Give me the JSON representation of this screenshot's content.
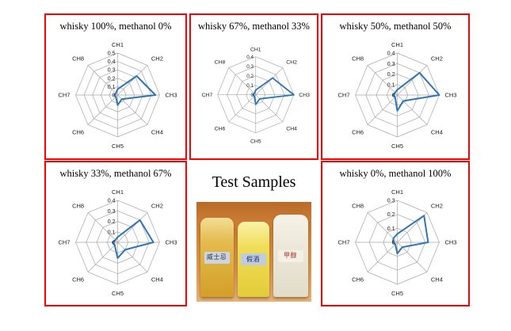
{
  "figure": {
    "background": "#ffffff",
    "panel_border_color": "#ff0000"
  },
  "test_samples": {
    "title": "Test Samples",
    "bottles": [
      {
        "label": "威士忌"
      },
      {
        "label": "假酒"
      },
      {
        "label": "甲醇"
      }
    ]
  },
  "chart_data": [
    {
      "type": "radar",
      "title": "whisky 100%, methanol 0%",
      "categories": [
        "CH1",
        "CH2",
        "CH3",
        "CH4",
        "CH5",
        "CH6",
        "CH7",
        "CH8"
      ],
      "values": [
        0.07,
        0.32,
        0.45,
        0.07,
        0.12,
        0.03,
        0.04,
        0.03
      ],
      "ticks": [
        "0",
        "0.1",
        "0.2",
        "0.3",
        "0.4",
        "0.5"
      ],
      "max": 0.5,
      "line_color": "#2e75b6",
      "grid_color": "#a6a6a6",
      "legend": "none",
      "grid": true
    },
    {
      "type": "radar",
      "title": "whisky 67%, methanol 33%",
      "categories": [
        "CH1",
        "CH2",
        "CH3",
        "CH4",
        "CH5",
        "CH6",
        "CH7",
        "CH8"
      ],
      "values": [
        0.05,
        0.25,
        0.4,
        0.06,
        0.1,
        0.02,
        0.03,
        0.02
      ],
      "ticks": [
        "0",
        "0.1",
        "0.2",
        "0.3",
        "0.4"
      ],
      "max": 0.4,
      "line_color": "#2e75b6",
      "grid_color": "#a6a6a6",
      "legend": "none",
      "grid": true
    },
    {
      "type": "radar",
      "title": "whisky 50%, methanol 50%",
      "categories": [
        "CH1",
        "CH2",
        "CH3",
        "CH4",
        "CH5",
        "CH6",
        "CH7",
        "CH8"
      ],
      "values": [
        0.05,
        0.3,
        0.4,
        0.08,
        0.15,
        0.03,
        0.04,
        0.03
      ],
      "ticks": [
        "0",
        "0.1",
        "0.2",
        "0.3",
        "0.4"
      ],
      "max": 0.4,
      "line_color": "#2e75b6",
      "grid_color": "#a6a6a6",
      "legend": "none",
      "grid": true
    },
    {
      "type": "radar",
      "title": "whisky 33%, methanol 67%",
      "categories": [
        "CH1",
        "CH2",
        "CH3",
        "CH4",
        "CH5",
        "CH6",
        "CH7",
        "CH8"
      ],
      "values": [
        0.05,
        0.3,
        0.34,
        0.1,
        0.15,
        0.04,
        0.05,
        0.03
      ],
      "ticks": [
        "0",
        "0.1",
        "0.2",
        "0.3",
        "0.4"
      ],
      "max": 0.4,
      "line_color": "#2e75b6",
      "grid_color": "#a6a6a6",
      "legend": "none",
      "grid": true
    },
    {
      "type": "radar",
      "title": "whisky 0%, methanol 100%",
      "categories": [
        "CH1",
        "CH2",
        "CH3",
        "CH4",
        "CH5",
        "CH6",
        "CH7",
        "CH8"
      ],
      "values": [
        0.06,
        0.27,
        0.22,
        0.05,
        0.08,
        0.02,
        0.03,
        0.04
      ],
      "ticks": [
        "0",
        "0.1",
        "0.2",
        "0.3"
      ],
      "max": 0.3,
      "line_color": "#2e75b6",
      "grid_color": "#a6a6a6",
      "legend": "none",
      "grid": true
    }
  ]
}
